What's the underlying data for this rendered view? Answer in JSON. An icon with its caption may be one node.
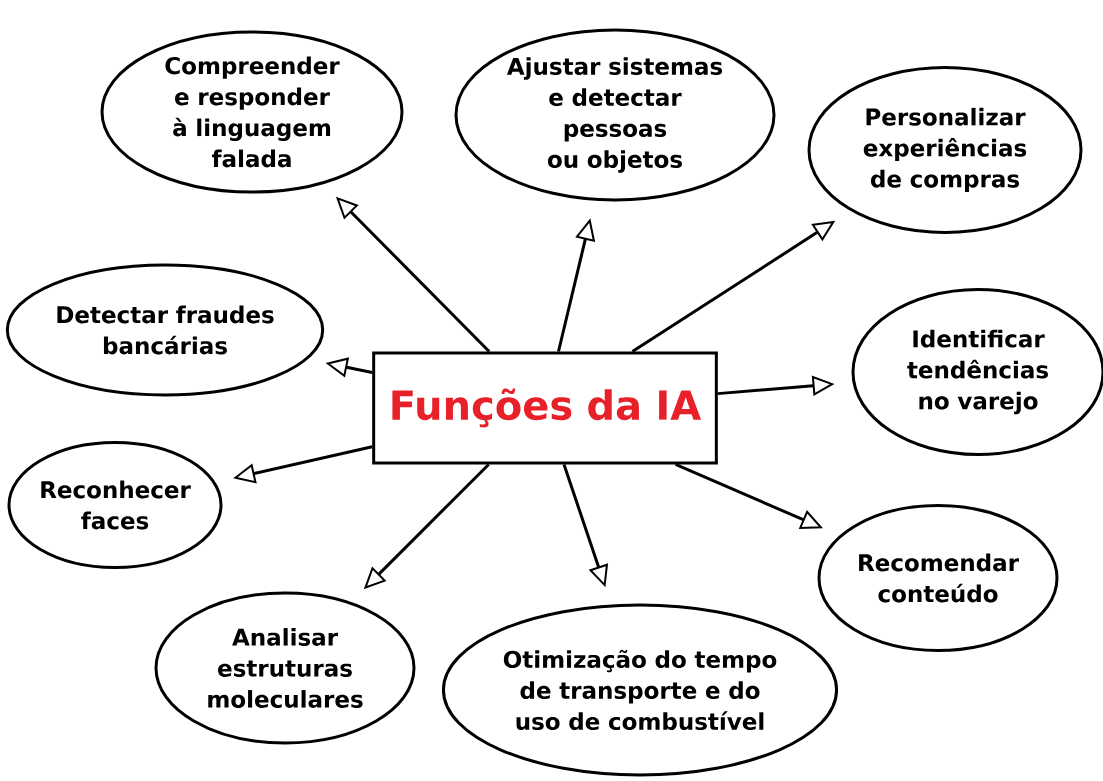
{
  "diagram": {
    "nodes": [
      {
        "text": [
          "Funções da IA"
        ]
      },
      {
        "text": [
          "Compreender e responder à linguagem falada"
        ]
      },
      {
        "text": [
          "Ajustar sistemas e detectar pessoas ou objetos"
        ]
      },
      {
        "text": [
          "Personalizar experiências de compras"
        ]
      },
      {
        "text": [
          "Detectar fraudes bancárias"
        ]
      },
      {
        "text": [
          "Identificar tendências no varejo"
        ]
      },
      {
        "text": [
          "Reconhecer faces"
        ]
      },
      {
        "text": [
          "Recomendar conteúdo"
        ]
      },
      {
        "text": [
          "Analisar estruturas moleculares"
        ]
      },
      {
        "text": [
          "Otimização do tempo de transporte e do uso de combustível"
        ]
      }
    ],
    "edges": [
      {
        "from": 0,
        "to": 1,
        "arrow": "to"
      },
      {
        "from": 0,
        "to": 2,
        "arrow": "to"
      },
      {
        "from": 0,
        "to": 3,
        "arrow": "to"
      },
      {
        "from": 0,
        "to": 4,
        "arrow": "to"
      },
      {
        "from": 0,
        "to": 5,
        "arrow": "to"
      },
      {
        "from": 0,
        "to": 6,
        "arrow": "to"
      },
      {
        "from": 0,
        "to": 7,
        "arrow": "to"
      },
      {
        "from": 0,
        "to": 8,
        "arrow": "to"
      },
      {
        "from": 0,
        "to": 9,
        "arrow": "to"
      }
    ]
  }
}
